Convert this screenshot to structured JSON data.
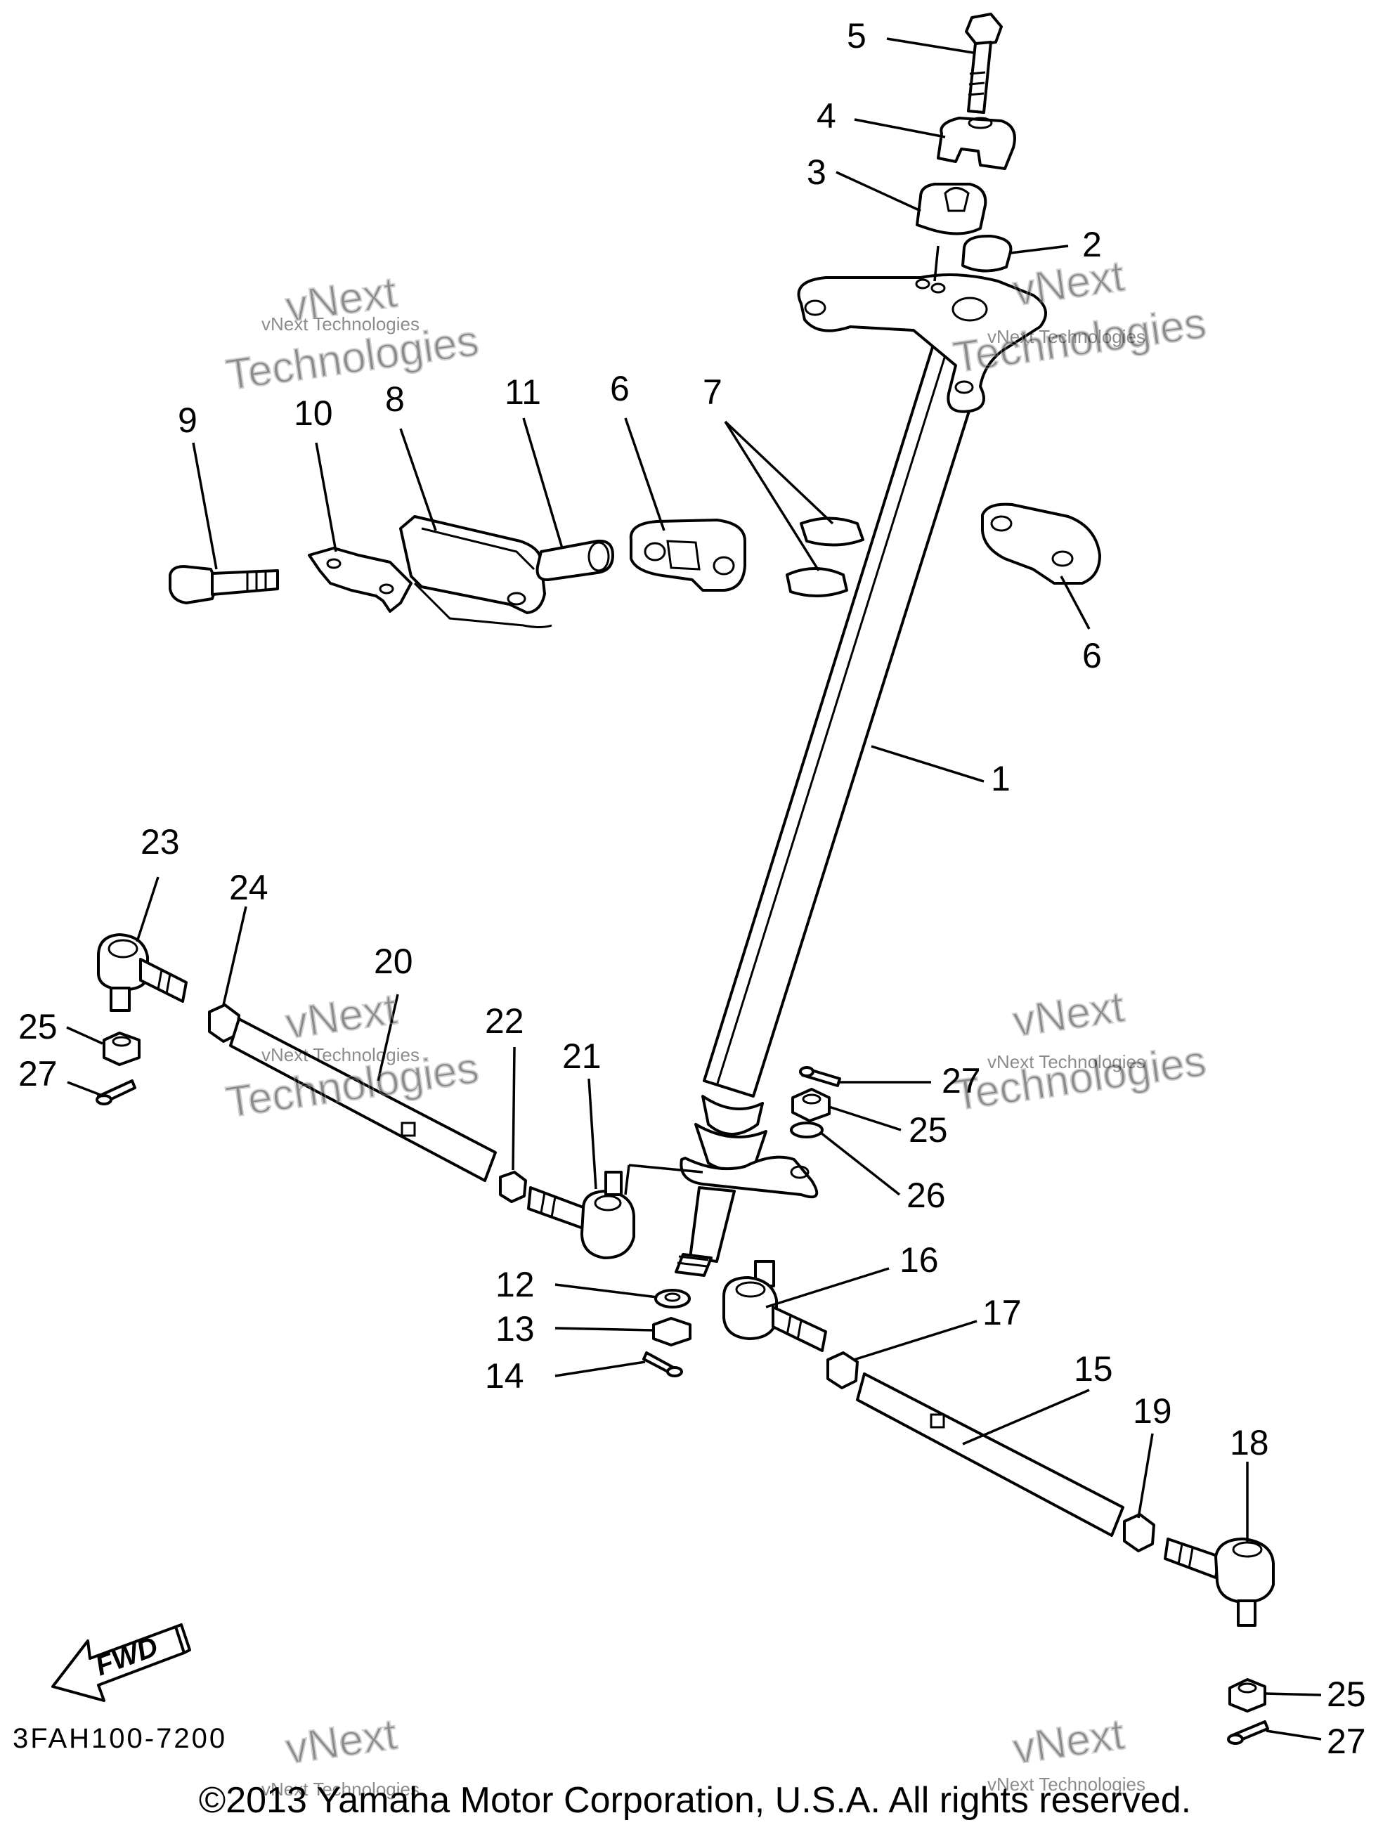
{
  "callouts": [
    {
      "id": "c5",
      "text": "5"
    },
    {
      "id": "c4",
      "text": "4"
    },
    {
      "id": "c3",
      "text": "3"
    },
    {
      "id": "c2",
      "text": "2"
    },
    {
      "id": "c9",
      "text": "9"
    },
    {
      "id": "c10",
      "text": "10"
    },
    {
      "id": "c8",
      "text": "8"
    },
    {
      "id": "c11",
      "text": "11"
    },
    {
      "id": "c6a",
      "text": "6"
    },
    {
      "id": "c7",
      "text": "7"
    },
    {
      "id": "c6b",
      "text": "6"
    },
    {
      "id": "c1",
      "text": "1"
    },
    {
      "id": "c23",
      "text": "23"
    },
    {
      "id": "c24",
      "text": "24"
    },
    {
      "id": "c20",
      "text": "20"
    },
    {
      "id": "c25a",
      "text": "25"
    },
    {
      "id": "c27a",
      "text": "27"
    },
    {
      "id": "c22",
      "text": "22"
    },
    {
      "id": "c21",
      "text": "21"
    },
    {
      "id": "c27b",
      "text": "27"
    },
    {
      "id": "c25b",
      "text": "25"
    },
    {
      "id": "c26",
      "text": "26"
    },
    {
      "id": "c12",
      "text": "12"
    },
    {
      "id": "c13",
      "text": "13"
    },
    {
      "id": "c14",
      "text": "14"
    },
    {
      "id": "c16",
      "text": "16"
    },
    {
      "id": "c17",
      "text": "17"
    },
    {
      "id": "c15",
      "text": "15"
    },
    {
      "id": "c19",
      "text": "19"
    },
    {
      "id": "c18",
      "text": "18"
    },
    {
      "id": "c25c",
      "text": "25"
    },
    {
      "id": "c27c",
      "text": "27"
    }
  ],
  "fwd_label": "FWD",
  "drawing_code": "3FAH100-7200",
  "watermark": {
    "line1": "vNext Technologies",
    "big_a": "vNext",
    "big_b": "Technologies"
  },
  "copyright": "©2013 Yamaha Motor Corporation, U.S.A. All rights reserved."
}
